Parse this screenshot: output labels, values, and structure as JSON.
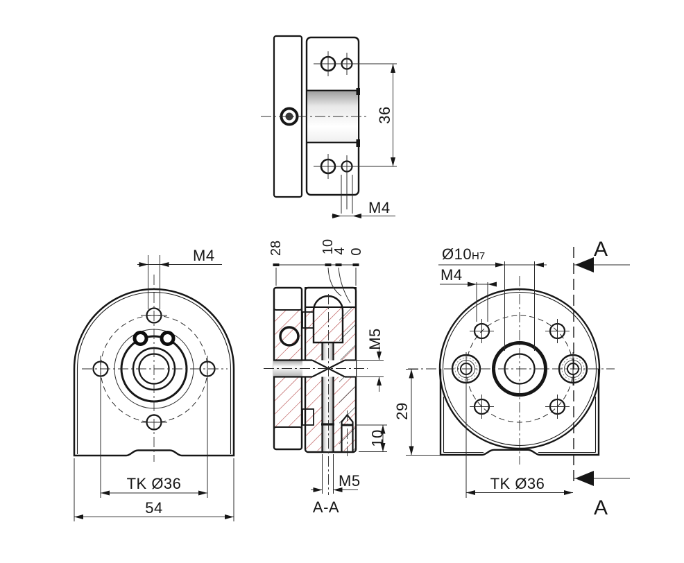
{
  "drawing": {
    "type": "engineering-drawing",
    "part": "flanged coupling housing, four views"
  },
  "colors": {
    "background": "#ffffff",
    "line": "#161616",
    "hatch_red": "#b03a3a",
    "hatch_dark": "#1c1c1c",
    "dark_ring": "#5d5d5d",
    "hole_fill": "#c2c2c2",
    "cap_light": "#c9c9c9",
    "cap_dark": "#8a8a8a"
  },
  "labels": {
    "side": {
      "dim36": "36",
      "m4": "M4"
    },
    "front": {
      "m4": "M4",
      "tk": "TK Ø36",
      "w54": "54"
    },
    "section": {
      "o28": "28",
      "o10": "10",
      "o4": "4",
      "o0": "0",
      "m5side": "M5",
      "d10": "10",
      "m5bottom": "M5",
      "title": "A-A"
    },
    "rear": {
      "d10": "Ø10",
      "d10tol": "H7",
      "m4": "M4",
      "h29": "29",
      "tk": "TK Ø36",
      "secA_top": "A",
      "secA_bottom": "A"
    }
  }
}
